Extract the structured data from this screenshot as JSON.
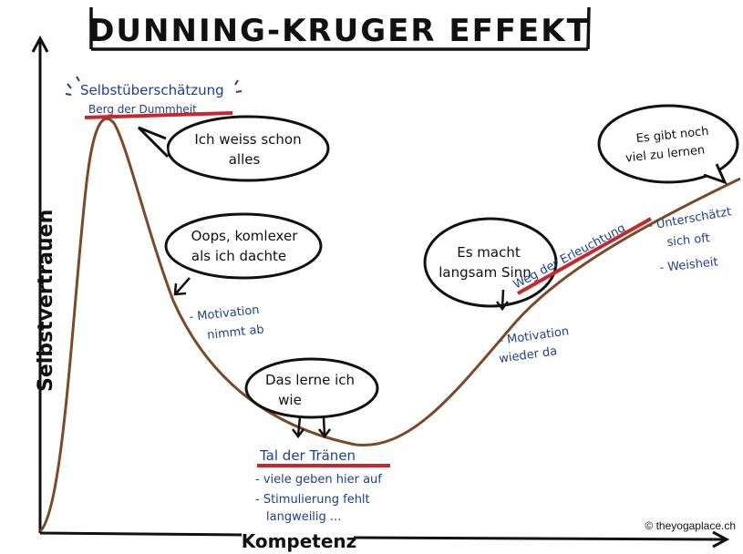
{
  "title": "DUNNING-KRUGER EFFEKT",
  "axes": {
    "y_label": "Selbstvertrauen",
    "x_label": "Kompetenz"
  },
  "stages": {
    "peak": "Selbstüberschätzung",
    "peak_sub": "Berg der Dummheit",
    "valley": "Tal der Tränen",
    "slope": "Weg der Erleuchtung"
  },
  "bubbles": {
    "b1_line1": "Ich weiss schon",
    "b1_line2": "alles",
    "b2_line1": "Oops, komlexer",
    "b2_line2": "als ich dachte",
    "b3_line1": "Das lerne ich",
    "b3_line2": "wie",
    "b4_line1": "Es macht",
    "b4_line2": "langsam Sinn",
    "b5_line1": "Es gibt noch",
    "b5_line2": "viel zu lernen"
  },
  "notes": {
    "n1_line1": "- Motivation",
    "n1_line2": "nimmt ab",
    "n2_line1": "- viele geben hier auf",
    "n2_line2": "- Stimulierung fehlt",
    "n2_line3": "langweilig ...",
    "n3_line1": "- Motivation",
    "n3_line2": "wieder da",
    "n4_line1": "- Unterschätzt",
    "n4_line2": "sich oft",
    "n4_line3": "- Weisheit"
  },
  "credit": "© theyogaplace.ch",
  "colors": {
    "ink": "#111111",
    "blue_ink": "#1f3f8f",
    "curve": "#7a4a2a",
    "marker_red": "#c8282c"
  }
}
